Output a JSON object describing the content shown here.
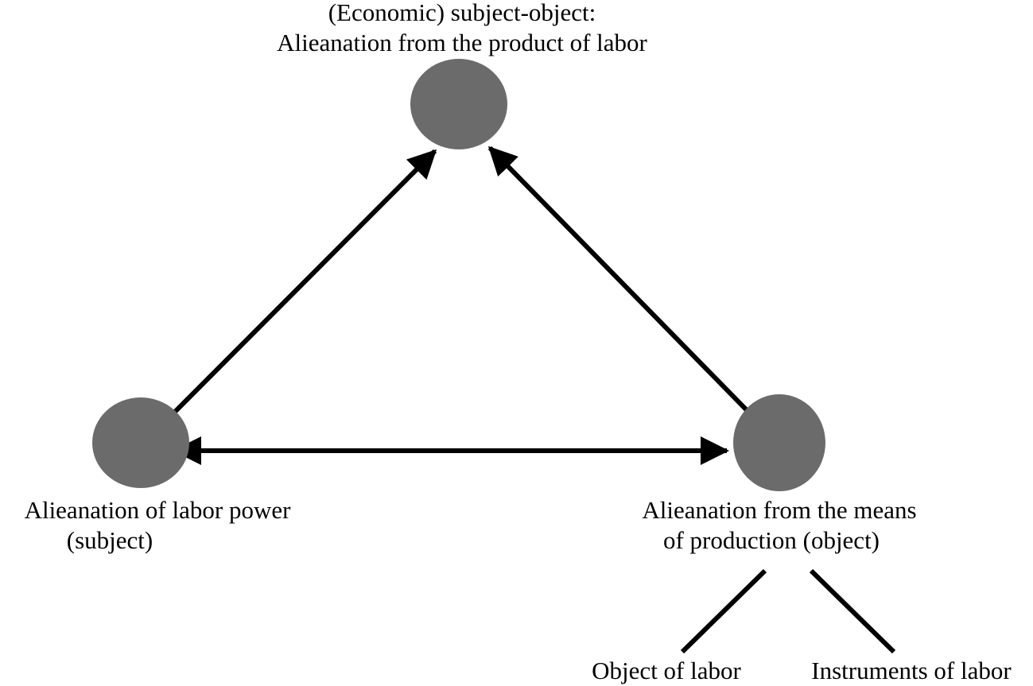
{
  "diagram": {
    "nodes": {
      "top": {
        "line1": "(Economic) subject-object:",
        "line2": "Alieanation from the product of labor"
      },
      "left": {
        "line1": "Alieanation of labor power",
        "line2": "(subject)"
      },
      "right": {
        "line1": "Alieanation from the means",
        "line2": "of production (object)"
      }
    },
    "branches": {
      "left": "Object of labor",
      "right": "Instruments of labor"
    },
    "colors": {
      "node_fill": "#6b6b6b",
      "line": "#000000",
      "text": "#000000"
    }
  }
}
